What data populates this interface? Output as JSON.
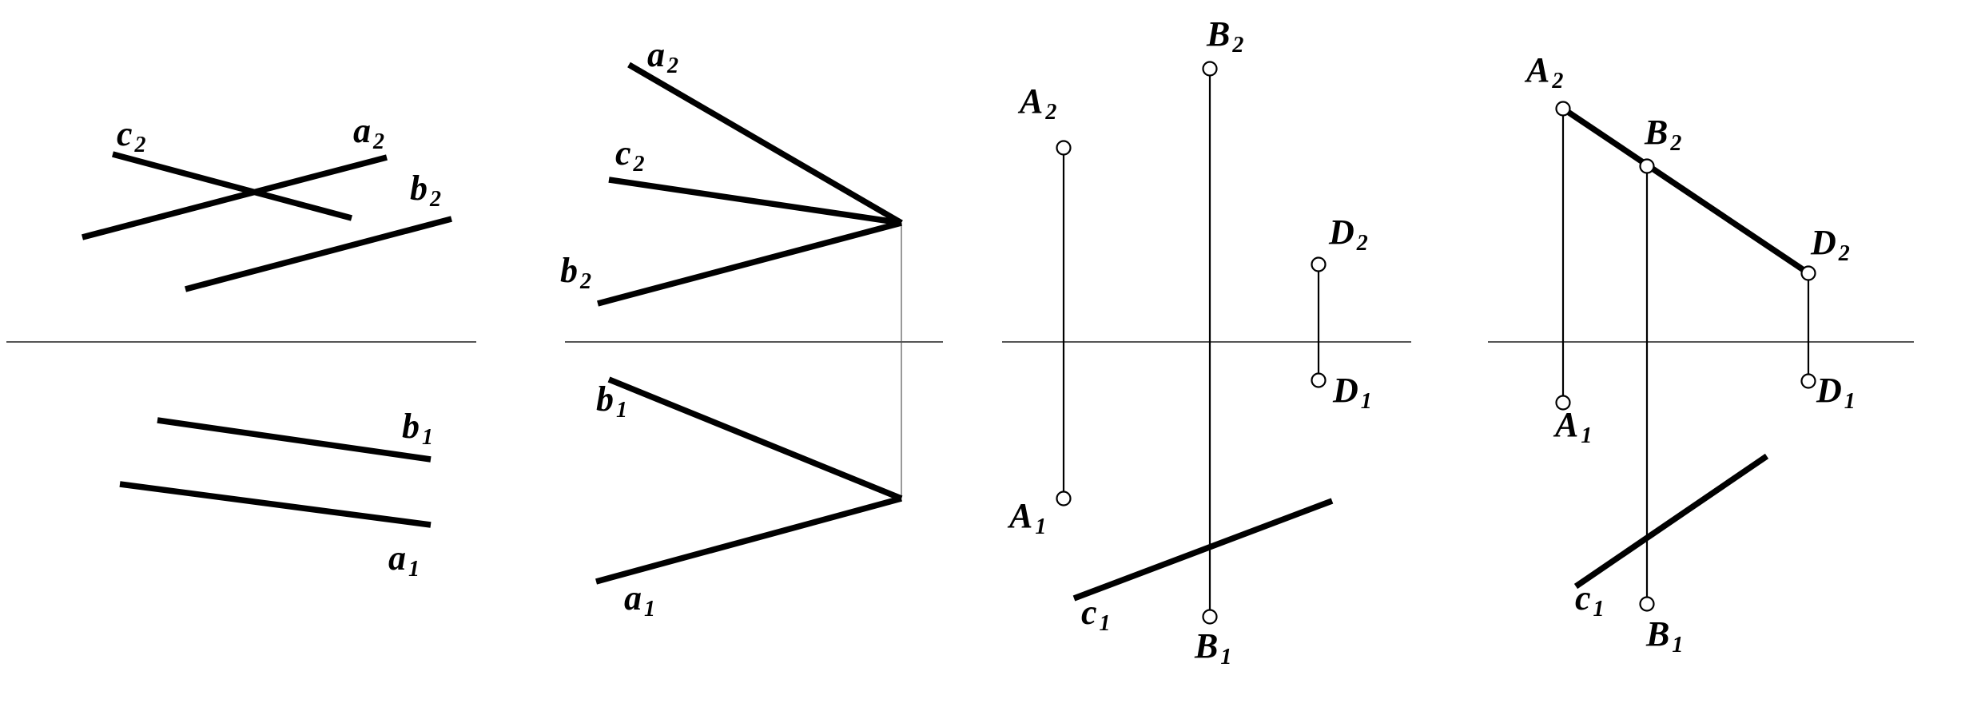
{
  "panels": [
    {
      "id": "panel-1",
      "labels": [
        {
          "name": "label-c2",
          "letter": "c",
          "index": "2"
        },
        {
          "name": "label-a2",
          "letter": "a",
          "index": "2"
        },
        {
          "name": "label-b2",
          "letter": "b",
          "index": "2"
        },
        {
          "name": "label-b1",
          "letter": "b",
          "index": "1"
        },
        {
          "name": "label-a1",
          "letter": "a",
          "index": "1"
        }
      ]
    },
    {
      "id": "panel-2",
      "labels": [
        {
          "name": "label-a2",
          "letter": "a",
          "index": "2"
        },
        {
          "name": "label-c2",
          "letter": "c",
          "index": "2"
        },
        {
          "name": "label-b2",
          "letter": "b",
          "index": "2"
        },
        {
          "name": "label-b1",
          "letter": "b",
          "index": "1"
        },
        {
          "name": "label-a1",
          "letter": "a",
          "index": "1"
        }
      ]
    },
    {
      "id": "panel-3",
      "labels": [
        {
          "name": "label-A2",
          "letter": "A",
          "index": "2"
        },
        {
          "name": "label-B2",
          "letter": "B",
          "index": "2"
        },
        {
          "name": "label-D2",
          "letter": "D",
          "index": "2"
        },
        {
          "name": "label-D1",
          "letter": "D",
          "index": "1"
        },
        {
          "name": "label-A1",
          "letter": "A",
          "index": "1"
        },
        {
          "name": "label-c1",
          "letter": "c",
          "index": "1"
        },
        {
          "name": "label-B1",
          "letter": "B",
          "index": "1"
        }
      ]
    },
    {
      "id": "panel-4",
      "labels": [
        {
          "name": "label-A2",
          "letter": "A",
          "index": "2"
        },
        {
          "name": "label-B2",
          "letter": "B",
          "index": "2"
        },
        {
          "name": "label-D2",
          "letter": "D",
          "index": "2"
        },
        {
          "name": "label-D1",
          "letter": "D",
          "index": "1"
        },
        {
          "name": "label-A1",
          "letter": "A",
          "index": "1"
        },
        {
          "name": "label-c1",
          "letter": "c",
          "index": "1"
        },
        {
          "name": "label-B1",
          "letter": "B",
          "index": "1"
        }
      ]
    }
  ]
}
